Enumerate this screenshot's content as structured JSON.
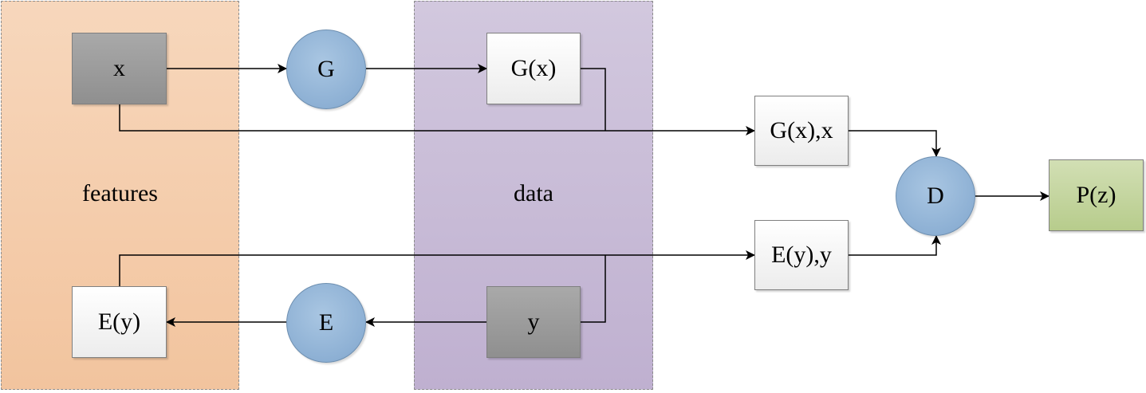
{
  "regions": {
    "features": "features",
    "data": "data"
  },
  "nodes": {
    "x": "x",
    "G": "G",
    "Gx": "G(x)",
    "Gx_x": "G(x),x",
    "D": "D",
    "Pz": "P(z)",
    "Ey_y": "E(y),y",
    "Ey": "E(y)",
    "E": "E",
    "y": "y"
  },
  "colors": {
    "features_region": "#f2c49e",
    "data_region": "#bfb0d0",
    "circle_node": "#8db0d4",
    "input_box": "#999999",
    "output_box": "#b7cc8c",
    "edge": "#000000"
  }
}
